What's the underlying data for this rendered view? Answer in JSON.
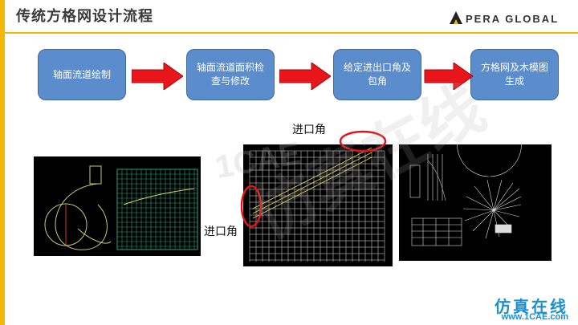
{
  "header": {
    "title": "传统方格网设计流程",
    "logo_text": "PERA GLOBAL"
  },
  "steps": [
    {
      "label": "轴面流道绘制"
    },
    {
      "label": "轴面流道面积检查与修改"
    },
    {
      "label": "给定进出口角及包角"
    },
    {
      "label": "方格网及木模图生成"
    }
  ],
  "annotations": {
    "inlet_angle_top": "进口角",
    "inlet_angle_left": "进口角"
  },
  "watermark": {
    "chars": "仿真在线",
    "brand_text": "1CAE"
  },
  "site": {
    "brand": "仿真在线",
    "url": "www.1CAE.com"
  },
  "colors": {
    "accent": "#f2b700",
    "step_fill": "#5b8ccb",
    "arrow_red": "#e8151a",
    "highlight_circle": "#e0151a",
    "grid_green": "#2aa37a",
    "site_blue": "#1b8fd0"
  }
}
